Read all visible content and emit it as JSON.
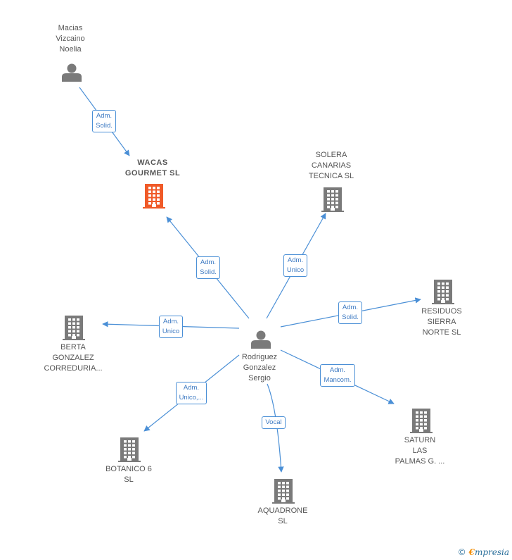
{
  "nodes": [
    {
      "id": "macias",
      "type": "person",
      "label": "Macias\nVizcaino\nNoelia"
    },
    {
      "id": "wacas",
      "type": "company",
      "label": "WACAS\nGOURMET  SL",
      "highlight": true
    },
    {
      "id": "solera",
      "type": "company",
      "label": "SOLERA\nCANARIAS\nTECNICA  SL"
    },
    {
      "id": "residuos",
      "type": "company",
      "label": "RESIDUOS\nSIERRA\nNORTE SL"
    },
    {
      "id": "berta",
      "type": "company",
      "label": "BERTA\nGONZALEZ\nCORREDURIA..."
    },
    {
      "id": "rodriguez",
      "type": "person",
      "label": "Rodriguez\nGonzalez\nSergio"
    },
    {
      "id": "saturn",
      "type": "company",
      "label": "SATURN\nLAS\nPALMAS G. ..."
    },
    {
      "id": "botanico",
      "type": "company",
      "label": "BOTANICO 6\nSL"
    },
    {
      "id": "aquadrone",
      "type": "company",
      "label": "AQUADRONE\nSL"
    }
  ],
  "edges": [
    {
      "from": "macias",
      "to": "wacas",
      "label": "Adm.\nSolid."
    },
    {
      "from": "rodriguez",
      "to": "wacas",
      "label": "Adm.\nSolid."
    },
    {
      "from": "rodriguez",
      "to": "solera",
      "label": "Adm.\nUnico"
    },
    {
      "from": "rodriguez",
      "to": "residuos",
      "label": "Adm.\nSolid."
    },
    {
      "from": "rodriguez",
      "to": "berta",
      "label": "Adm.\nUnico"
    },
    {
      "from": "rodriguez",
      "to": "saturn",
      "label": "Adm.\nMancom."
    },
    {
      "from": "rodriguez",
      "to": "botanico",
      "label": "Adm.\nUnico,..."
    },
    {
      "from": "rodriguez",
      "to": "aquadrone",
      "label": "Vocal"
    }
  ],
  "colors": {
    "edge": "#4a8fd6",
    "icon": "#7a7a7a",
    "highlight": "#f05a28"
  },
  "icons": {
    "person": "person-icon",
    "company": "building-icon"
  },
  "brand": {
    "copyright": "©",
    "initial": "€",
    "name": "mpresia"
  }
}
